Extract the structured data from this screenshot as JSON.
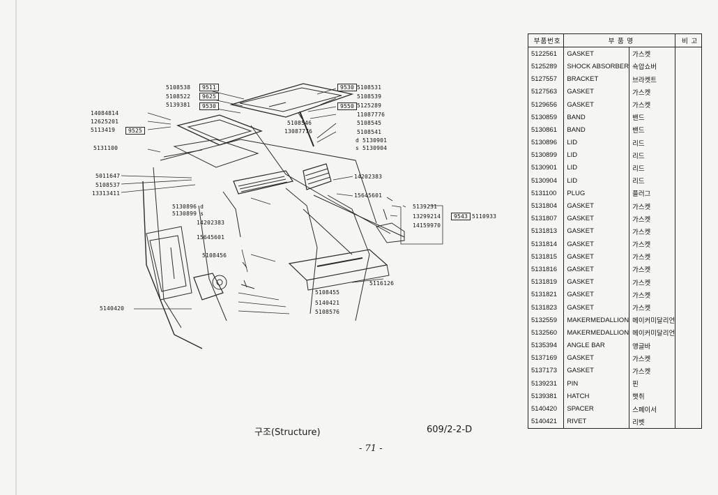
{
  "header": {
    "col_part_no": "부품번호",
    "col_part_name": "부  품  명",
    "col_remarks": "비 고"
  },
  "parts": [
    {
      "no": "5122561",
      "en": "GASKET",
      "kr": "가스켓"
    },
    {
      "no": "5125289",
      "en": "SHOCK ABSORBER",
      "kr": "쇽압쇼버"
    },
    {
      "no": "5127557",
      "en": "BRACKET",
      "kr": "브라켓트"
    },
    {
      "no": "5127563",
      "en": "GASKET",
      "kr": "가스켓"
    },
    {
      "no": "5129656",
      "en": "GASKET",
      "kr": "가스켓"
    },
    {
      "no": "5130859",
      "en": "BAND",
      "kr": "밴드"
    },
    {
      "no": "5130861",
      "en": "BAND",
      "kr": "밴드"
    },
    {
      "no": "5130896",
      "en": "LID",
      "kr": "리드"
    },
    {
      "no": "5130899",
      "en": "LID",
      "kr": "리드"
    },
    {
      "no": "5130901",
      "en": "LID",
      "kr": "리드"
    },
    {
      "no": "5130904",
      "en": "LID",
      "kr": "리드"
    },
    {
      "no": "5131100",
      "en": "PLUG",
      "kr": "플러그"
    },
    {
      "no": "5131804",
      "en": "GASKET",
      "kr": "가스켓"
    },
    {
      "no": "5131807",
      "en": "GASKET",
      "kr": "가스켓"
    },
    {
      "no": "5131813",
      "en": "GASKET",
      "kr": "가스켓"
    },
    {
      "no": "5131814",
      "en": "GASKET",
      "kr": "가스켓"
    },
    {
      "no": "5131815",
      "en": "GASKET",
      "kr": "가스켓"
    },
    {
      "no": "5131816",
      "en": "GASKET",
      "kr": "가스켓"
    },
    {
      "no": "5131819",
      "en": "GASKET",
      "kr": "가스켓"
    },
    {
      "no": "5131821",
      "en": "GASKET",
      "kr": "가스켓"
    },
    {
      "no": "5131823",
      "en": "GASKET",
      "kr": "가스켓"
    },
    {
      "no": "5132559",
      "en": "MAKERMEDALLION",
      "kr": "메이커미달리언"
    },
    {
      "no": "5132560",
      "en": "MAKERMEDALLION",
      "kr": "메이커미달리언"
    },
    {
      "no": "5135394",
      "en": "ANGLE BAR",
      "kr": "앵글바"
    },
    {
      "no": "5137169",
      "en": "GASKET",
      "kr": "가스켓"
    },
    {
      "no": "5137173",
      "en": "GASKET",
      "kr": "가스켓"
    },
    {
      "no": "5139231",
      "en": "PIN",
      "kr": "핀"
    },
    {
      "no": "5139381",
      "en": "HATCH",
      "kr": "햇취"
    },
    {
      "no": "5140420",
      "en": "SPACER",
      "kr": "스페이서"
    },
    {
      "no": "5140421",
      "en": "RIVET",
      "kr": "리벳"
    }
  ],
  "callouts": {
    "c5108538": "5108538",
    "b9511": "9511",
    "c5108522": "5108522",
    "b9625": "9625",
    "c5139381": "5139381",
    "b9530a": "9530",
    "c14084814": "14084814",
    "c12625201": "12625201",
    "c5113419": "5113419",
    "b9525": "9525",
    "c5131100": "5131100",
    "c5011647": "5011647",
    "c5108537": "5108537",
    "c13313411": "13313411",
    "b9530b": "9530",
    "c5108531": "5108531",
    "c5108539": "5108539",
    "b9550": "9550",
    "c5125289": "5125289",
    "c11087776a": "11087776",
    "c5108546": "5108546",
    "c5108545": "5108545",
    "c13087776": "13087776",
    "c5108541": "5108541",
    "d5130901": "d  5130901",
    "s5130904": "s  5130904",
    "c14202383a": "14202383",
    "c15645601a": "15645601",
    "c5130896": "5130896 d",
    "c5130899": "5130899 s",
    "c14202383b": "14202383",
    "c15645601b": "15645601",
    "c5139231": "5139231",
    "c13299214": "13299214",
    "c14159970": "14159970",
    "b9543": "9543",
    "c5110933": "5110933",
    "c5108456": "5108456",
    "c5116126": "5116126",
    "c5108455": "5108455",
    "c5140421": "5140421",
    "c5108576": "5108576",
    "c5140420": "5140420"
  },
  "footer": {
    "caption": "구조(Structure)",
    "code": "609/2-2-D",
    "page": "- 71 -"
  }
}
